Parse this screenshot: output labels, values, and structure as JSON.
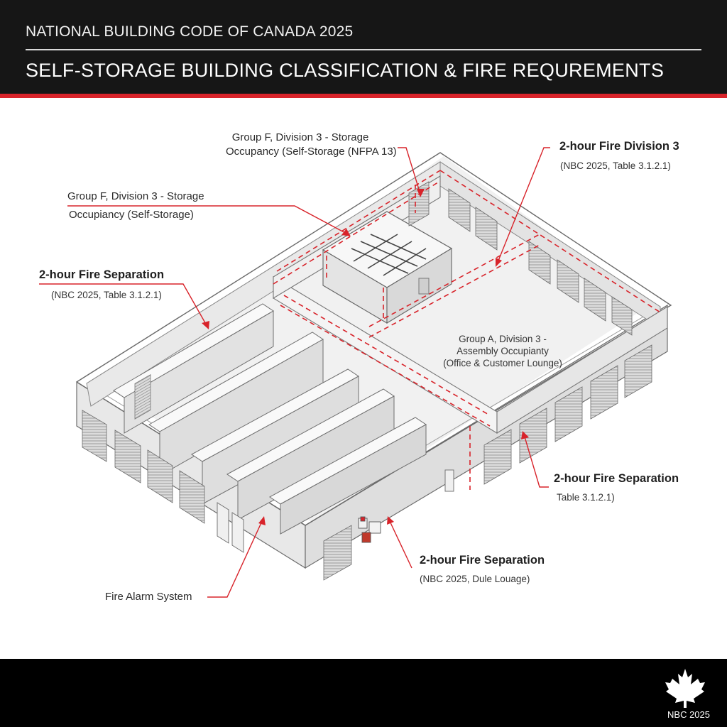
{
  "header": {
    "subtitle": "NATIONAL BUILDING CODE OF CANADA 2025",
    "title": "SELF-STORAGE BUILDING CLASSIFICATION & FIRE REQUREMENTS"
  },
  "colors": {
    "header_bg": "#161616",
    "accent_red": "#d8232a",
    "footer_bg": "#000000",
    "building_fill": "#eeeeee"
  },
  "labels": {
    "storage_top_line1": "Group F, Division 3 - Storage",
    "storage_top_line2": "Occupancy (Self-Storage (NFPA 13)",
    "storage_left_line1": "Group F, Division 3 - Storage",
    "storage_left_line2": "Occupiancy (Self-Storage)",
    "fire_div_title": "2-hour Fire Division 3",
    "fire_div_ref": "(NBC 2025, Table 3.1.2.1)",
    "fire_sep_left_title": "2-hour Fire Separation",
    "fire_sep_left_ref": "(NBC 2025, Table 3.1.2.1)",
    "assembly_line1": "Group A, Division 3 -",
    "assembly_line2": "Assembly Occupianty",
    "assembly_line3": "(Office & Customer Lounge)",
    "fire_sep_right_title": "2-hour Fire Separation",
    "fire_sep_right_ref": "Table 3.1.2.1)",
    "fire_sep_bottom_title": "2-hour Fire Separation",
    "fire_sep_bottom_ref": "(NBC 2025, Dule Louage)",
    "fire_alarm": "Fire Alarm System"
  },
  "footer": {
    "badge": "NBC 2025",
    "logo_icon": "maple-leaf-icon"
  }
}
